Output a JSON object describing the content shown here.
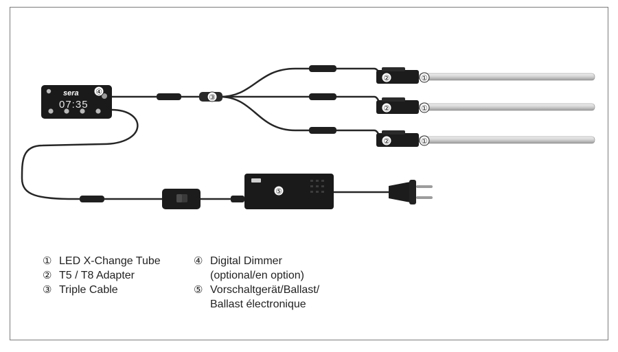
{
  "diagram": {
    "markers": {
      "tube": "①",
      "adapter": "②",
      "triple_cable": "③",
      "dimmer": "④",
      "ballast": "⑤"
    },
    "dimmer_brand": "sera",
    "dimmer_display": "07:35"
  },
  "legend": {
    "items": [
      {
        "num": "①",
        "label": "LED X-Change Tube"
      },
      {
        "num": "②",
        "label": "T5 / T8 Adapter"
      },
      {
        "num": "③",
        "label": "Triple Cable"
      },
      {
        "num": "④",
        "label": "Digital Dimmer",
        "label2": "(optional/en option)"
      },
      {
        "num": "⑤",
        "label": "Vorschaltgerät/Ballast/",
        "label2": "Ballast électronique"
      }
    ]
  },
  "colors": {
    "device": "#1a1a1a",
    "cable": "#262626",
    "tube": "#d6d6d6",
    "frame": "#7a7a7a"
  }
}
